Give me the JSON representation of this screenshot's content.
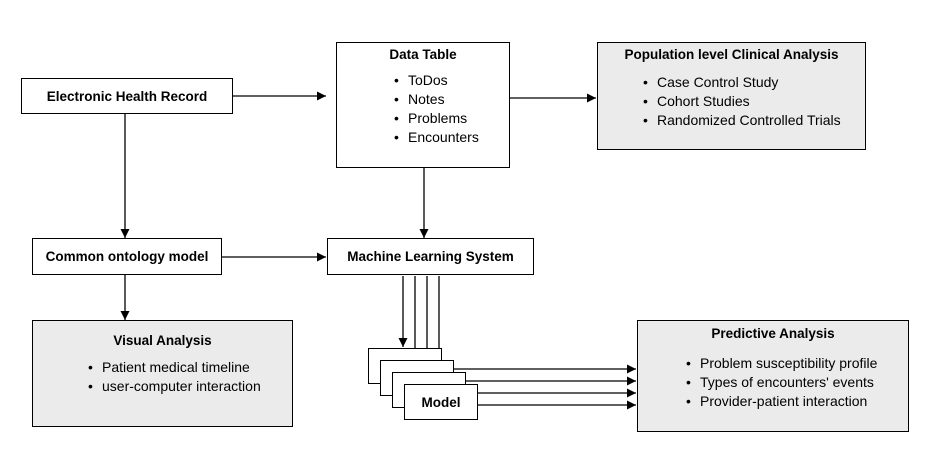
{
  "nodes": {
    "ehr": {
      "title": "Electronic Health Record"
    },
    "data_table": {
      "title": "Data Table",
      "items": [
        "ToDos",
        "Notes",
        "Problems",
        "Encounters"
      ]
    },
    "population": {
      "title": "Population level Clinical Analysis",
      "items": [
        "Case Control Study",
        "Cohort Studies",
        "Randomized Controlled Trials"
      ]
    },
    "ontology": {
      "title": "Common ontology model"
    },
    "ml": {
      "title": "Machine Learning System"
    },
    "visual": {
      "title": "Visual Analysis",
      "items": [
        "Patient medical timeline",
        "user-computer interaction"
      ]
    },
    "model": {
      "title": "Model"
    },
    "predictive": {
      "title": "Predictive Analysis",
      "items": [
        "Problem susceptibility profile",
        "Types of encounters' events",
        "Provider-patient interaction"
      ]
    }
  },
  "colors": {
    "line": "#000000",
    "box_fill": "#ffffff",
    "gray_fill": "#ebebeb"
  }
}
